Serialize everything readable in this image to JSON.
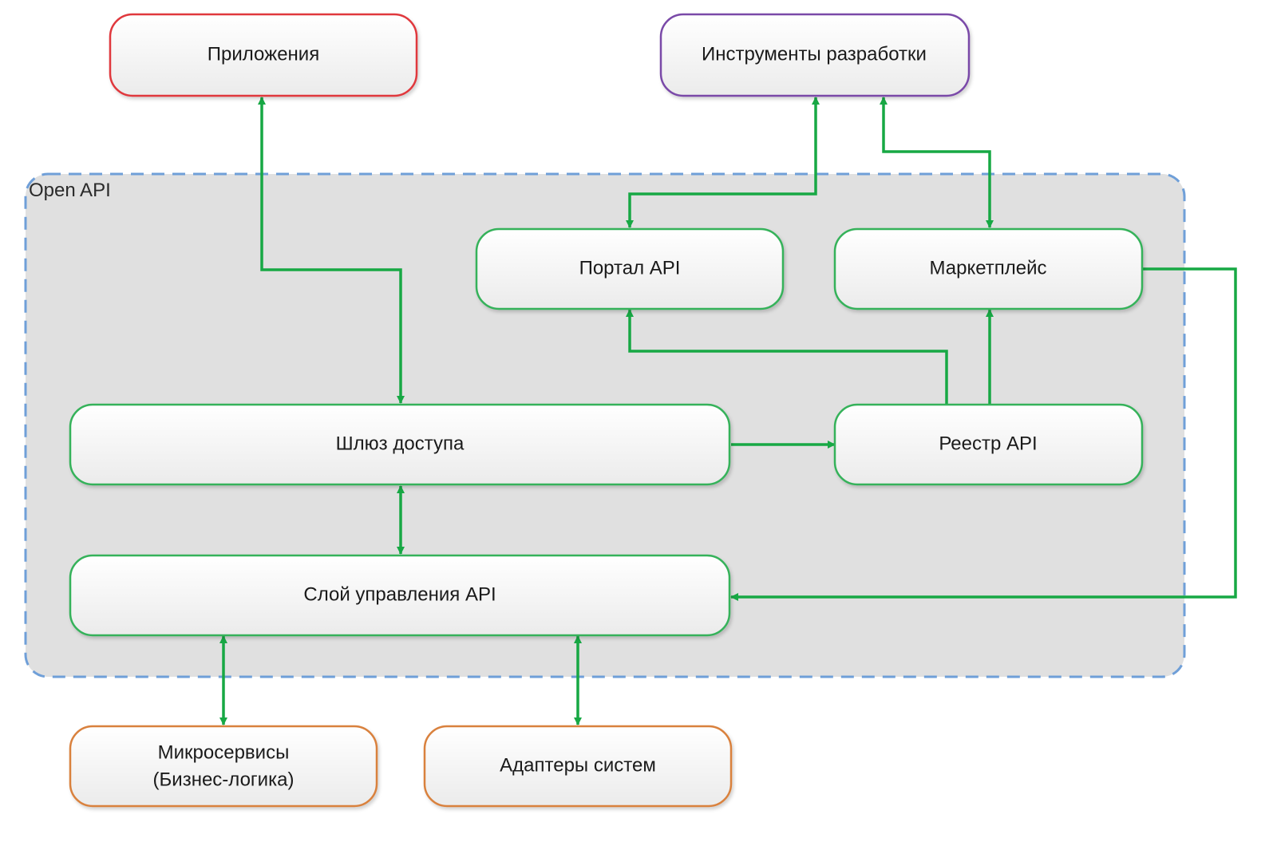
{
  "diagram": {
    "group": {
      "label": "Open API",
      "fill": "#e0e0e0",
      "border": "#6f9fd8"
    },
    "colors": {
      "connector": "#17a844",
      "node_external": "#e0393e",
      "node_tools": "#7a4aa8",
      "node_internal": "#36b25a",
      "node_backend": "#d9813e"
    },
    "nodes": {
      "apps": {
        "label": "Приложения"
      },
      "devtools": {
        "label": "Инструменты разработки"
      },
      "portal": {
        "label": "Портал API"
      },
      "marketplace": {
        "label": "Маркетплейс"
      },
      "gateway": {
        "label": "Шлюз доступа"
      },
      "registry": {
        "label": "Реестр API"
      },
      "management": {
        "label": "Слой управления API"
      },
      "microservices": {
        "line1": "Микросервисы",
        "line2": "(Бизнес-логика)"
      },
      "adapters": {
        "label": "Адаптеры систем"
      }
    },
    "edges": [
      {
        "from": "Приложения",
        "to": "Шлюз доступа",
        "direction": "both"
      },
      {
        "from": "Инструменты разработки",
        "to": "Портал API",
        "direction": "both"
      },
      {
        "from": "Инструменты разработки",
        "to": "Маркетплейс",
        "direction": "both"
      },
      {
        "from": "Шлюз доступа",
        "to": "Реестр API",
        "direction": "forward"
      },
      {
        "from": "Реестр API",
        "to": "Портал API",
        "direction": "forward"
      },
      {
        "from": "Реестр API",
        "to": "Маркетплейс",
        "direction": "forward"
      },
      {
        "from": "Маркетплейс",
        "to": "Слой управления API",
        "direction": "forward"
      },
      {
        "from": "Шлюз доступа",
        "to": "Слой управления API",
        "direction": "both"
      },
      {
        "from": "Слой управления API",
        "to": "Микросервисы (Бизнес-логика)",
        "direction": "both"
      },
      {
        "from": "Слой управления API",
        "to": "Адаптеры систем",
        "direction": "both"
      }
    ]
  }
}
